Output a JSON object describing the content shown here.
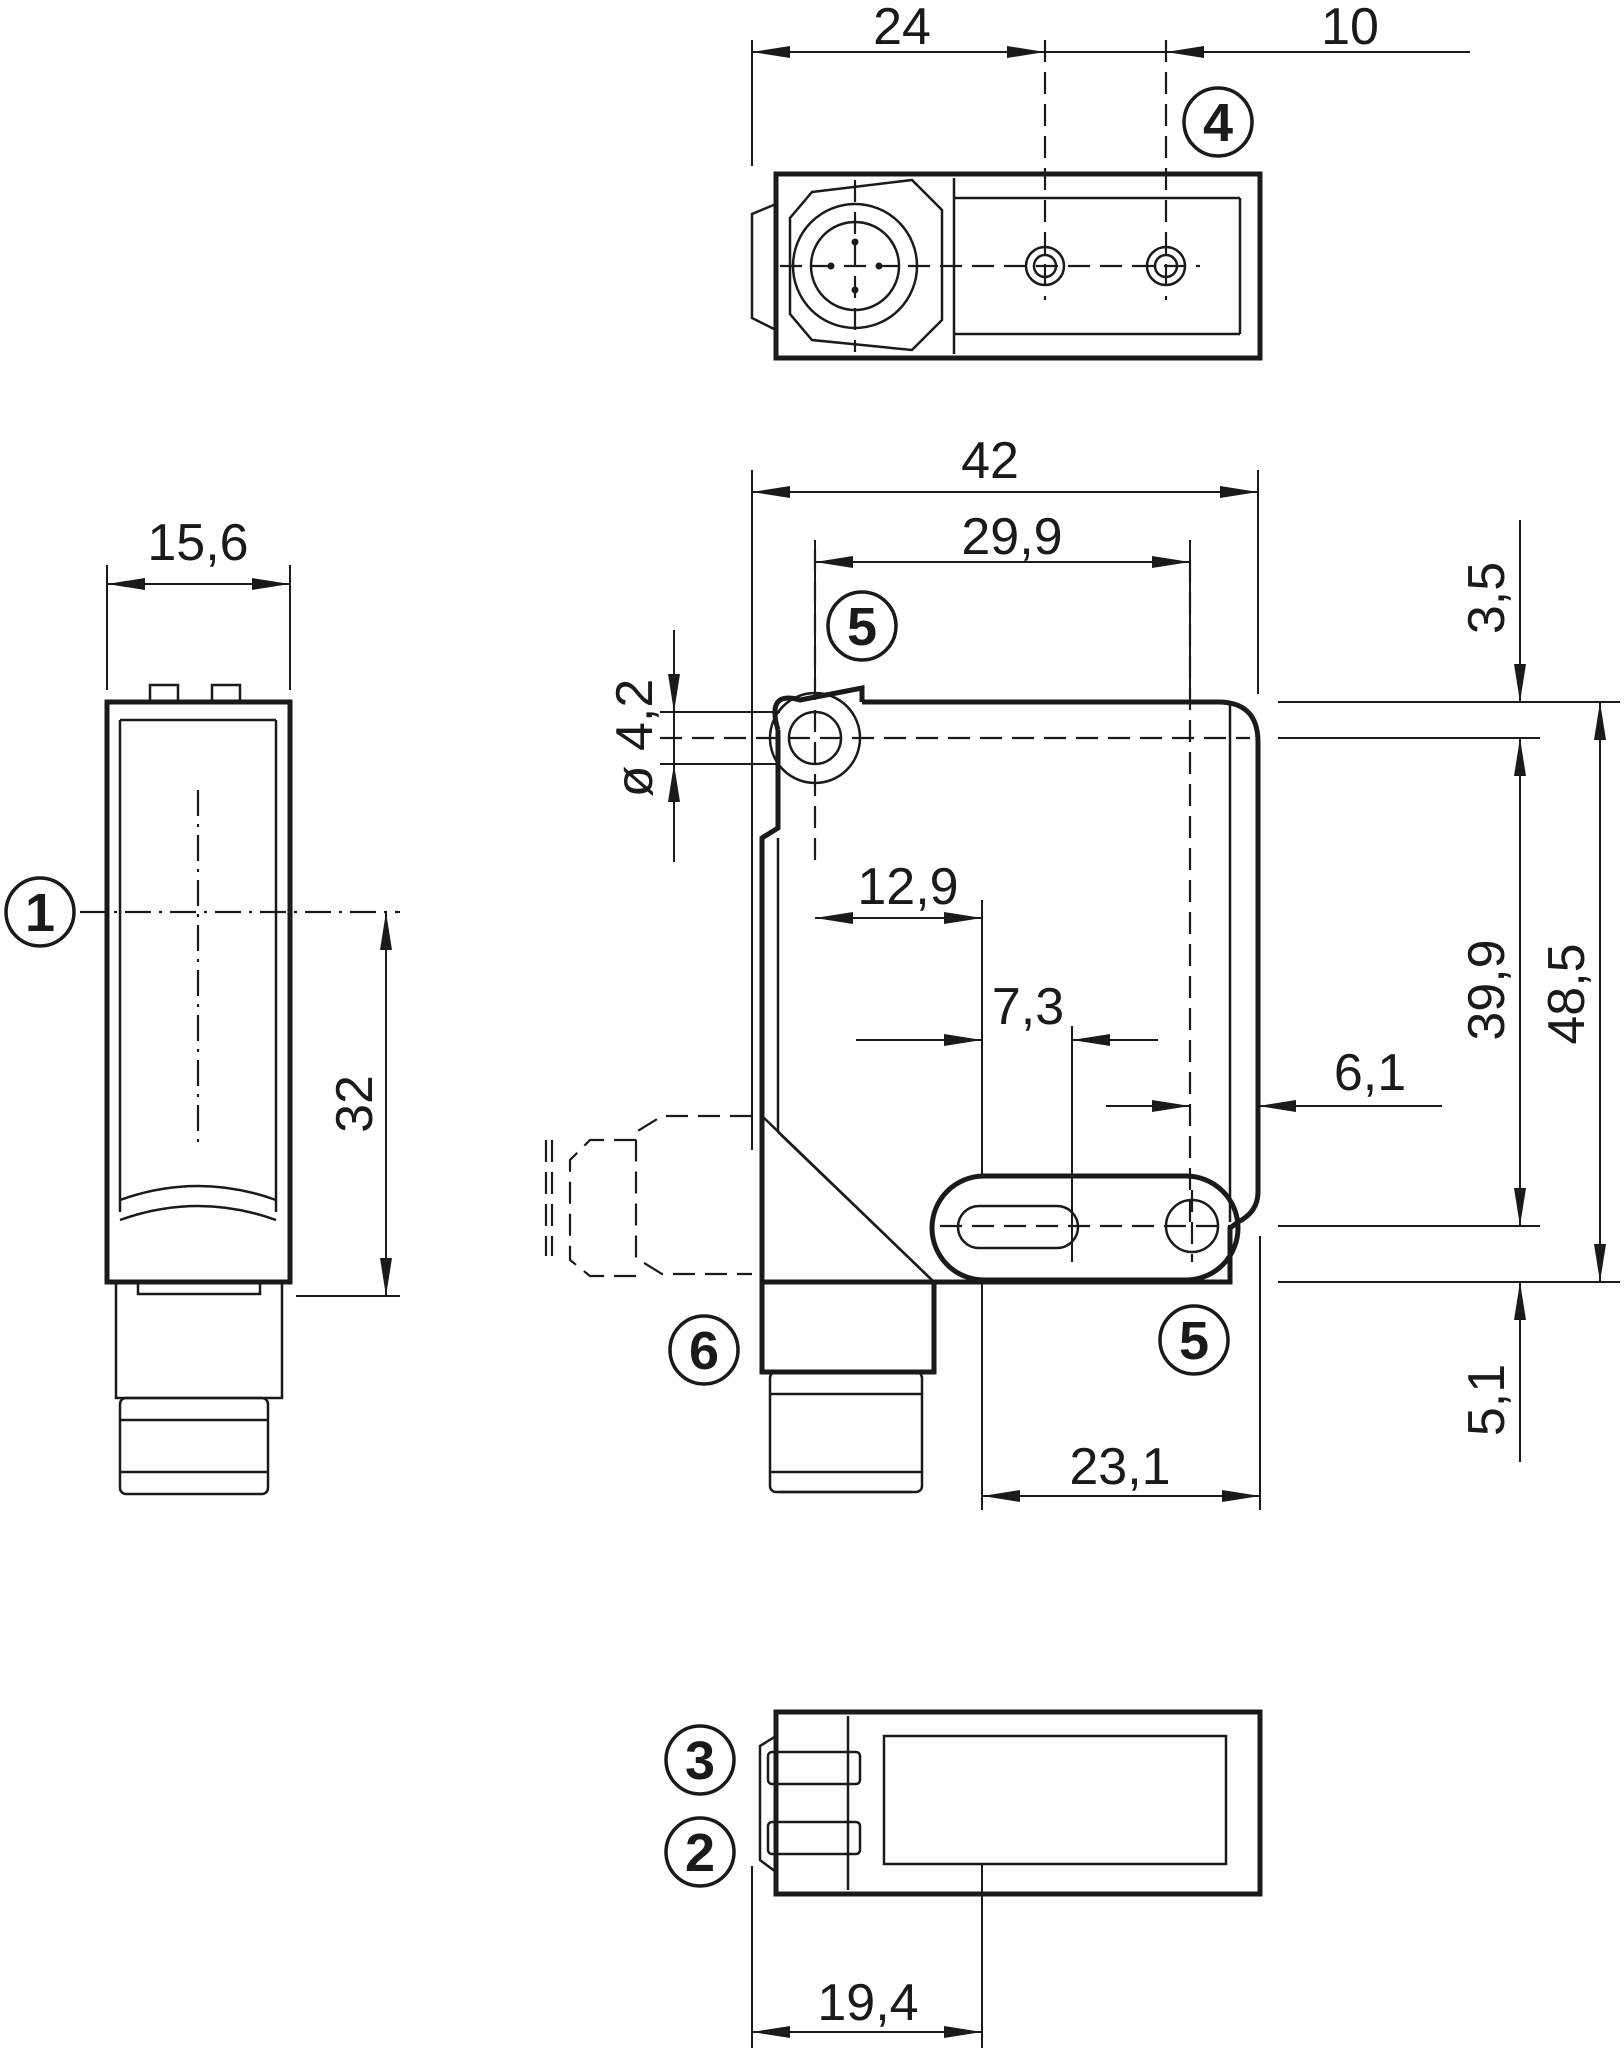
{
  "dimensions": {
    "top_width_24": "24",
    "top_offset_10": "10",
    "side_width_15_6": "15,6",
    "side_height_32": "32",
    "front_width_42": "42",
    "front_hole_span_29_9": "29,9",
    "front_slot_offset_12_9": "12,9",
    "front_slot_length_7_3": "7,3",
    "front_edge_offset_6_1": "6,1",
    "front_bottom_23_1": "23,1",
    "front_hole_diameter": "ø 4,2",
    "front_top_offset_3_5": "3,5",
    "front_hole_height_39_9": "39,9",
    "front_total_height_48_5": "48,5",
    "front_bottom_offset_5_1": "5,1",
    "bottom_width_19_4": "19,4"
  },
  "callouts": {
    "c1": "1",
    "c2": "2",
    "c3": "3",
    "c4": "4",
    "c5a": "5",
    "c5b": "5",
    "c6": "6"
  }
}
